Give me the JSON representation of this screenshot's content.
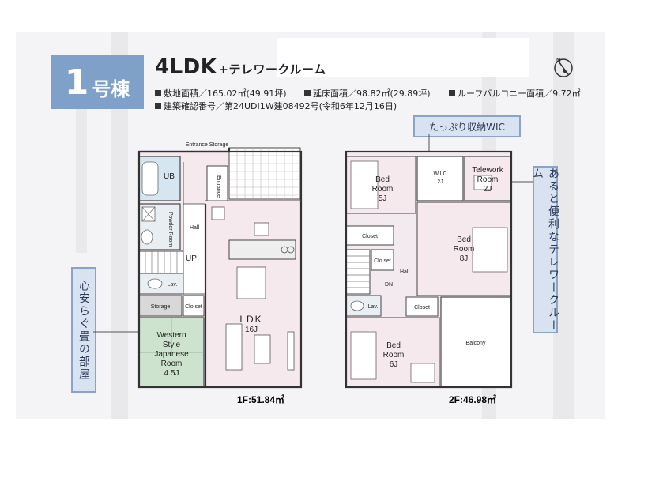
{
  "building": {
    "number": "1",
    "unit": "号棟"
  },
  "title": {
    "main": "4LDK",
    "sub": "+テレワークルーム"
  },
  "info": {
    "lot_area": "敷地面積／165.02㎡(49.91坪)",
    "floor_area": "延床面積／98.82㎡(29.89坪)",
    "roof_balcony": "ルーフバルコニー面積／9.72㎡",
    "permit": "建築確認番号／第24UDI1W建08492号(令和6年12月16日)"
  },
  "callouts": {
    "wic": "たっぷり収納WIC",
    "telework": "あると便利なテレワークルーム",
    "tatami": "心安らぐ畳の部屋"
  },
  "floor1": {
    "area_label": "1F:51.84㎡",
    "rooms": {
      "entrance_storage": "Entrance Storage",
      "entrance": "Entrance",
      "ub": "UB",
      "powder": "Powder Room",
      "hall": "Hall",
      "up": "UP",
      "lav": "Lav.",
      "storage": "Storage",
      "closet": "Clo set",
      "japanese_1": "Western",
      "japanese_2": "Style",
      "japanese_3": "Japanese",
      "japanese_4": "Room",
      "japanese_size": "4.5J",
      "ldk": "LDK",
      "ldk_size": "16J"
    }
  },
  "floor2": {
    "area_label": "2F:46.98㎡",
    "rooms": {
      "bed1": "Bed",
      "bed1b": "Room",
      "bed1_size": "5J",
      "wic": "W.I.C",
      "wic_size": "2J",
      "telework1": "Telework",
      "telework2": "Room",
      "telework_size": "2J",
      "closet_a": "Closet",
      "clo_set": "Clo set",
      "bed2": "Bed",
      "bed2b": "Room",
      "bed2_size": "8J",
      "hall": "Hall",
      "dn": "DN",
      "lav": "Lav.",
      "closet_b": "Closet",
      "bed3": "Bed",
      "bed3b": "Room",
      "bed3_size": "6J",
      "balcony": "Balcony"
    }
  },
  "compass": {
    "label": "N"
  }
}
